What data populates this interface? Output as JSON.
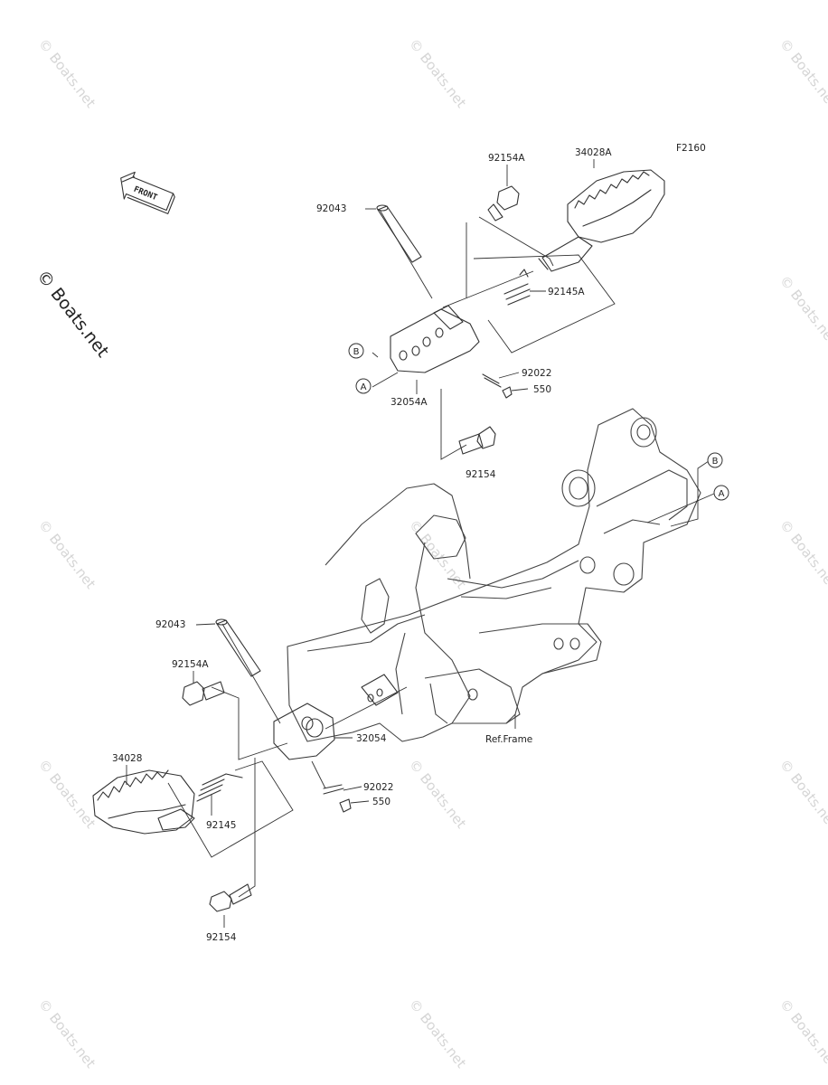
{
  "diagram_code": "F2160",
  "front_label": "FRONT",
  "watermark": "© Boats.net",
  "callouts": {
    "a": "A",
    "b": "B"
  },
  "parts": {
    "p92154A_top": "92154A",
    "p34028A": "34028A",
    "p92043_top": "92043",
    "p92145A": "92145A",
    "p92022_top": "92022",
    "p550_top": "550",
    "p32054A": "32054A",
    "p92154_mid": "92154",
    "p92043_bot": "92043",
    "p92154A_bot": "92154A",
    "p32054": "32054",
    "p34028": "34028",
    "p92022_bot": "92022",
    "p550_bot": "550",
    "p92145": "92145",
    "p92154_bot": "92154",
    "ref_frame": "Ref.Frame"
  }
}
